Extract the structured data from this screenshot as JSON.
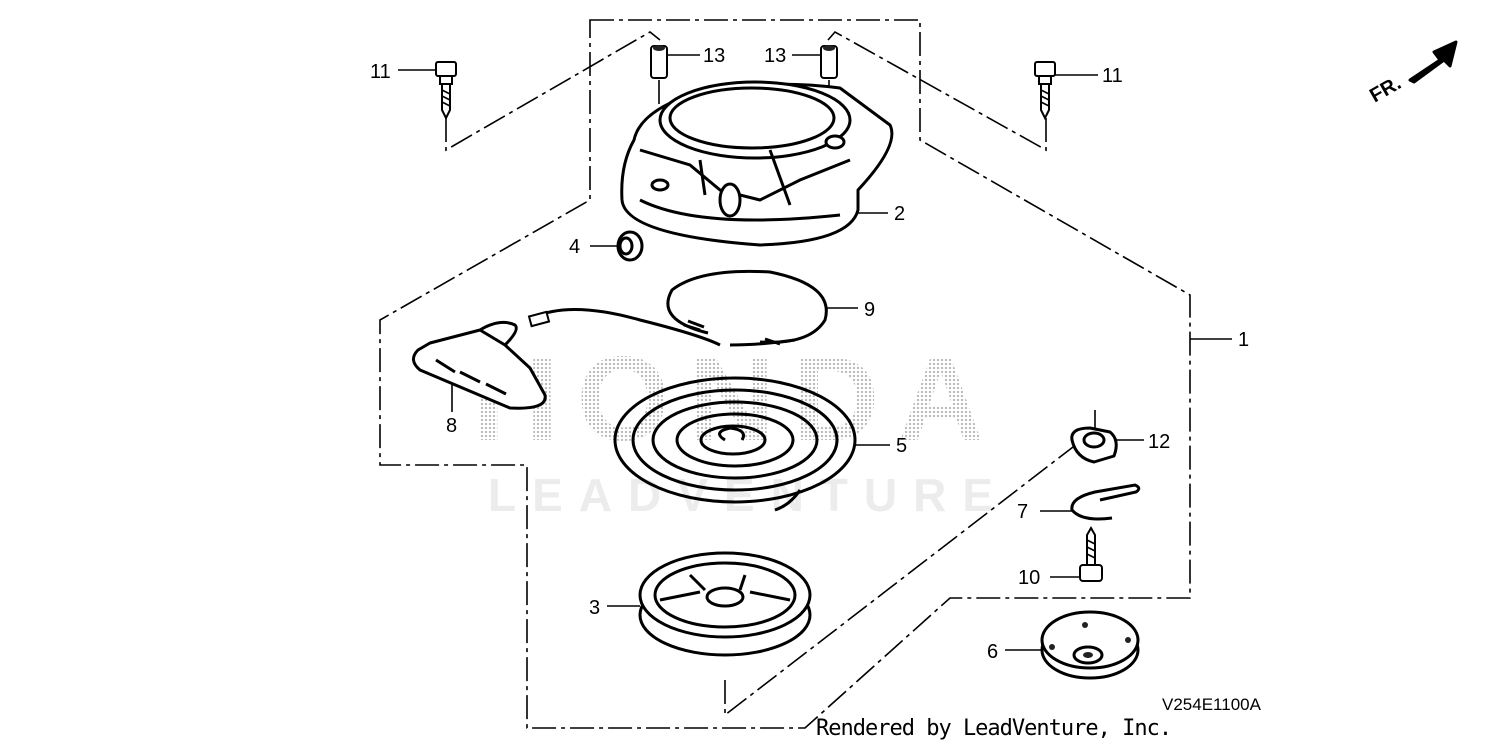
{
  "diagram": {
    "code": "V254E1100A",
    "credit": "Rendered by LeadVenture, Inc.",
    "direction_mark": "FR.",
    "watermark_brand": "HONDA",
    "watermark_sub": "LEADVENTURE",
    "callouts": [
      {
        "id": "l11a",
        "text": "11"
      },
      {
        "id": "l13a",
        "text": "13"
      },
      {
        "id": "l13b",
        "text": "13"
      },
      {
        "id": "l11b",
        "text": "11"
      },
      {
        "id": "l2",
        "text": "2"
      },
      {
        "id": "l4",
        "text": "4"
      },
      {
        "id": "l9",
        "text": "9"
      },
      {
        "id": "l1",
        "text": "1"
      },
      {
        "id": "l8",
        "text": "8"
      },
      {
        "id": "l5",
        "text": "5"
      },
      {
        "id": "l12",
        "text": "12"
      },
      {
        "id": "l7",
        "text": "7"
      },
      {
        "id": "l10",
        "text": "10"
      },
      {
        "id": "l3",
        "text": "3"
      },
      {
        "id": "l6",
        "text": "6"
      }
    ]
  }
}
